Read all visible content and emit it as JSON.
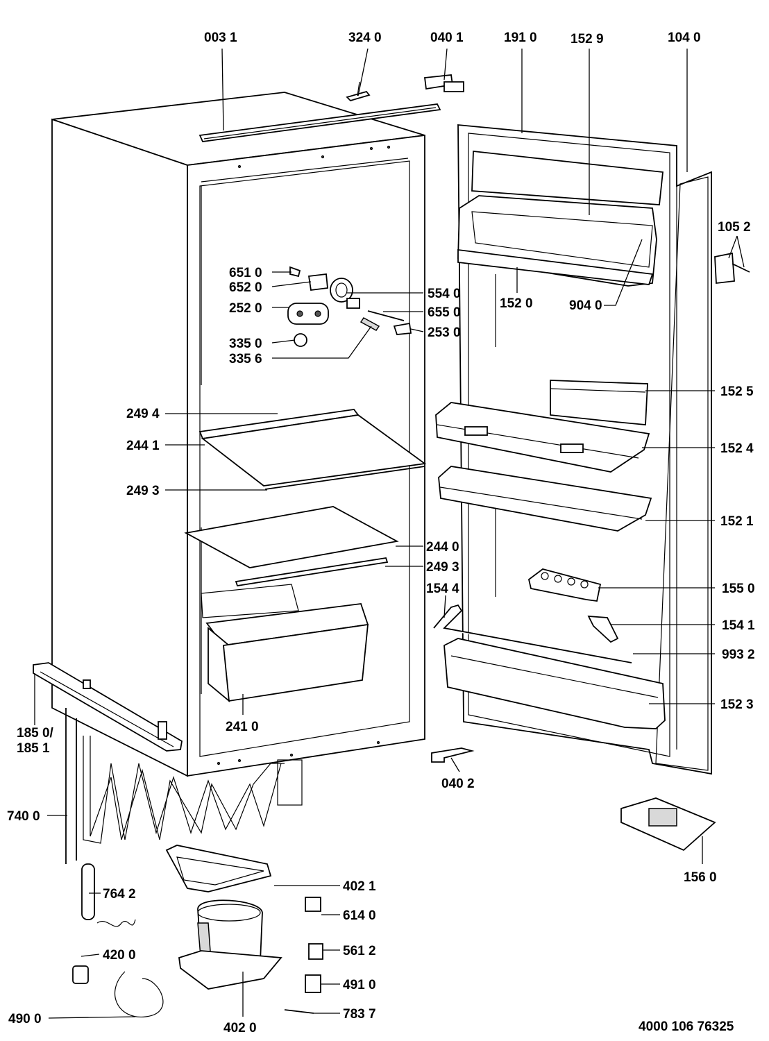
{
  "diagram": {
    "document_number": "4000 106 76325",
    "parts": [
      {
        "id": "p0031",
        "code": "003 1"
      },
      {
        "id": "p3240",
        "code": "324 0"
      },
      {
        "id": "p0401",
        "code": "040 1"
      },
      {
        "id": "p1910",
        "code": "191 0"
      },
      {
        "id": "p1529",
        "code": "152 9"
      },
      {
        "id": "p1040",
        "code": "104 0"
      },
      {
        "id": "p1052",
        "code": "105 2"
      },
      {
        "id": "p6510",
        "code": "651 0"
      },
      {
        "id": "p6520",
        "code": "652 0"
      },
      {
        "id": "p5540",
        "code": "554 0"
      },
      {
        "id": "p2520",
        "code": "252 0"
      },
      {
        "id": "p6550",
        "code": "655 0"
      },
      {
        "id": "p1520",
        "code": "152 0"
      },
      {
        "id": "p9040",
        "code": "904 0"
      },
      {
        "id": "p2530",
        "code": "253 0"
      },
      {
        "id": "p3350",
        "code": "335 0"
      },
      {
        "id": "p3356",
        "code": "335 6"
      },
      {
        "id": "p1525",
        "code": "152 5"
      },
      {
        "id": "p2494",
        "code": "249 4"
      },
      {
        "id": "p2441",
        "code": "244 1"
      },
      {
        "id": "p1524",
        "code": "152 4"
      },
      {
        "id": "p2493a",
        "code": "249 3"
      },
      {
        "id": "p1521",
        "code": "152 1"
      },
      {
        "id": "p2440",
        "code": "244 0"
      },
      {
        "id": "p2493b",
        "code": "249 3"
      },
      {
        "id": "p1544",
        "code": "154 4"
      },
      {
        "id": "p1550",
        "code": "155 0"
      },
      {
        "id": "p1541",
        "code": "154 1"
      },
      {
        "id": "p9932",
        "code": "993 2"
      },
      {
        "id": "p1523",
        "code": "152 3"
      },
      {
        "id": "p2410",
        "code": "241 0"
      },
      {
        "id": "p1850",
        "code": "185 0/"
      },
      {
        "id": "p1851",
        "code": "185 1"
      },
      {
        "id": "p0402",
        "code": "040 2"
      },
      {
        "id": "p7400",
        "code": "740 0"
      },
      {
        "id": "p1560",
        "code": "156 0"
      },
      {
        "id": "p4021",
        "code": "402 1"
      },
      {
        "id": "p7642",
        "code": "764 2"
      },
      {
        "id": "p6140",
        "code": "614 0"
      },
      {
        "id": "p4200",
        "code": "420 0"
      },
      {
        "id": "p5612",
        "code": "561 2"
      },
      {
        "id": "p4910",
        "code": "491 0"
      },
      {
        "id": "p4900",
        "code": "490 0"
      },
      {
        "id": "p7837",
        "code": "783 7"
      },
      {
        "id": "p4020",
        "code": "402 0"
      }
    ]
  }
}
